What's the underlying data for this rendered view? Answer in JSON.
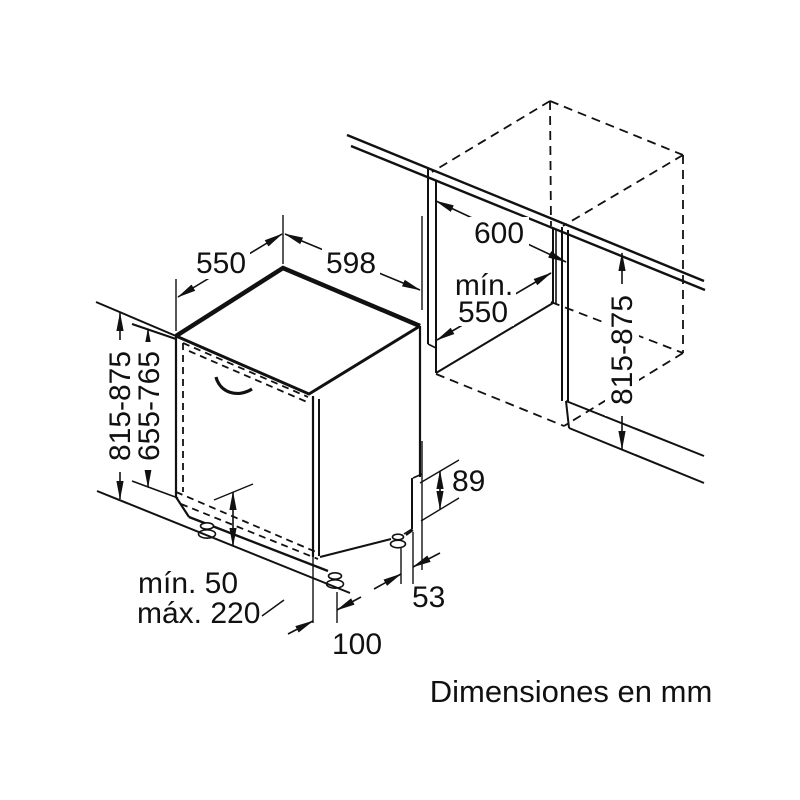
{
  "diagram": {
    "title": "dishwasher-installation-drawing",
    "caption": "Dimensiones en mm",
    "colors": {
      "background": "#ffffff",
      "line": "#111111"
    },
    "dimensions": {
      "top_depth": "550",
      "appliance_width": "598",
      "niche_width": "600",
      "niche_depth_prefix": "mín.",
      "niche_depth_value": "550",
      "appliance_height": "815-875",
      "furniture_door_height": "655-765",
      "niche_height": "815-875",
      "rear_bracket_height": "89",
      "rear_foot_offset": "53",
      "front_foot_offset": "100",
      "plinth_min": "mín. 50",
      "plinth_max": "máx. 220"
    }
  }
}
